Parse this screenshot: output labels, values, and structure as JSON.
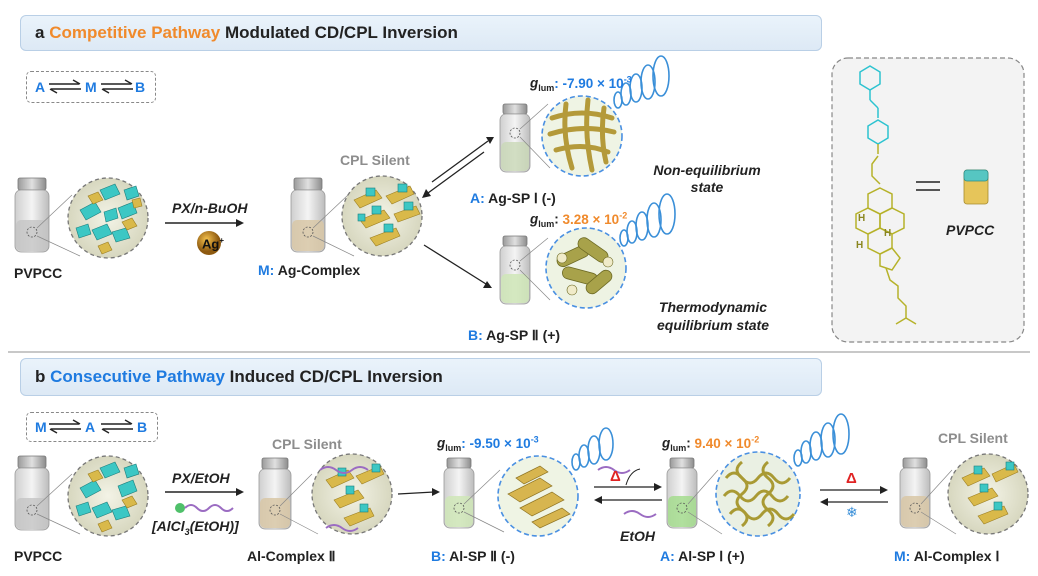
{
  "panel_a": {
    "letter": "a",
    "title_highlight": "Competitive Pathway",
    "title_rest": "Modulated CD/CPL Inversion",
    "scheme": {
      "left": "A",
      "mid": "M",
      "right": "B"
    },
    "start_label": "PVPCC",
    "reagent": "PX/n-BuOH",
    "ion_badge": "Ag",
    "ion_charge": "+",
    "silent_label": "CPL Silent",
    "complex_prefix": "M:",
    "complex_name": "Ag-Complex",
    "sp1_prefix": "A:",
    "sp1_name": "Ag-SP Ⅰ (-)",
    "sp1_glum_g": "g",
    "sp1_glum_sub": "lum",
    "sp1_glum_value": ": -7.90 × 10",
    "sp1_glum_exp": "-3",
    "sp1_state_line1": "Non-equilibrium",
    "sp1_state_line2": "state",
    "sp2_prefix": "B:",
    "sp2_name": "Ag-SP Ⅱ (+)",
    "sp2_glum_g": "g",
    "sp2_glum_sub": "lum",
    "sp2_glum_value_plain": ": ",
    "sp2_glum_value": "3.28 × 10",
    "sp2_glum_exp": "-2",
    "sp2_state_line1": "Thermodynamic",
    "sp2_state_line2": "equilibrium state",
    "molecule_label": "PVPCC",
    "molecule_h1": "H",
    "molecule_h2": "H",
    "molecule_h3": "H"
  },
  "panel_b": {
    "letter": "b",
    "title_highlight": "Consecutive Pathway",
    "title_rest": "Induced CD/CPL Inversion",
    "scheme": {
      "left": "M",
      "mid": "A",
      "right": "B"
    },
    "start_label": "PVPCC",
    "reagent_top": "PX/EtOH",
    "reagent_bottom": "[AlCl",
    "reagent_bottom_sub": "3",
    "reagent_bottom_end": "(EtOH)]",
    "silent_label_1": "CPL Silent",
    "complex2_name": "Al-Complex Ⅱ",
    "spB_prefix": "B:",
    "spB_name": "Al-SP Ⅱ (-)",
    "spB_glum_g": "g",
    "spB_glum_sub": "lum",
    "spB_glum_value": ": -9.50 × 10",
    "spB_glum_exp": "-3",
    "spA_prefix": "A:",
    "spA_name": "Al-SP Ⅰ (+)",
    "spA_glum_g": "g",
    "spA_glum_sub": "lum",
    "spA_glum_plain": ": ",
    "spA_glum_value": "9.40 × 10",
    "spA_glum_exp": "-2",
    "heat_symbol": "Δ",
    "etoh_label": "EtOH",
    "heat_symbol_2": "Δ",
    "cool_symbol": "❄",
    "silent_label_2": "CPL Silent",
    "complex1_prefix": "M:",
    "complex1_name": "Al-Complex Ⅰ"
  },
  "colors": {
    "orange": "#f08a2c",
    "blue": "#1f7be0",
    "teal_block": "#3cc7c4",
    "gold_block": "#d9b94a",
    "olive_molecule": "#b6b22a",
    "cyan_molecule": "#2cc3d0",
    "helix_blue": "#3a8fd8"
  }
}
